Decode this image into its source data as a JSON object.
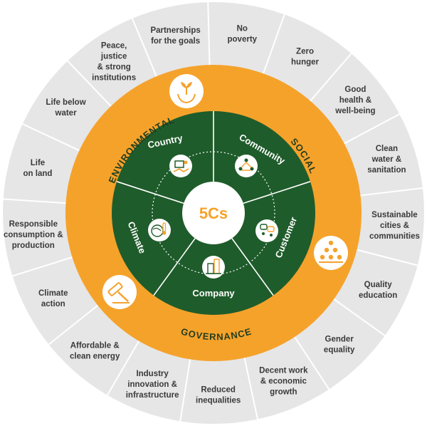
{
  "center": {
    "label": "5Cs"
  },
  "pillars": [
    {
      "key": "environmental",
      "label": "ENVIRONMENTAL"
    },
    {
      "key": "social",
      "label": "SOCIAL"
    },
    {
      "key": "governance",
      "label": "GOVERNANCE"
    }
  ],
  "five_cs": [
    {
      "key": "country",
      "label": "Country",
      "icon": "map-icon"
    },
    {
      "key": "community",
      "label": "Community",
      "icon": "people-network-icon"
    },
    {
      "key": "customer",
      "label": "Customer",
      "icon": "conversation-icon"
    },
    {
      "key": "company",
      "label": "Company",
      "icon": "building-icon"
    },
    {
      "key": "climate",
      "label": "Climate",
      "icon": "globe-thermometer-icon"
    }
  ],
  "sdgs": [
    {
      "lines": [
        "No",
        "poverty"
      ]
    },
    {
      "lines": [
        "Zero",
        "hunger"
      ]
    },
    {
      "lines": [
        "Good",
        "health &",
        "well-being"
      ]
    },
    {
      "lines": [
        "Clean",
        "water &",
        "sanitation"
      ]
    },
    {
      "lines": [
        "Sustainable",
        "cities &",
        "communities"
      ]
    },
    {
      "lines": [
        "Quality",
        "education"
      ]
    },
    {
      "lines": [
        "Gender",
        "equality"
      ]
    },
    {
      "lines": [
        "Decent work",
        "& economic",
        "growth"
      ]
    },
    {
      "lines": [
        "Reduced",
        "inequalities"
      ]
    },
    {
      "lines": [
        "Industry",
        "innovation &",
        "infrastructure"
      ]
    },
    {
      "lines": [
        "Affordable &",
        "clean energy"
      ]
    },
    {
      "lines": [
        "Climate",
        "action"
      ]
    },
    {
      "lines": [
        "Responsible",
        "consumption &",
        "production"
      ]
    },
    {
      "lines": [
        "Life",
        "on land"
      ]
    },
    {
      "lines": [
        "Life below",
        "water"
      ]
    },
    {
      "lines": [
        "Peace,",
        "justice",
        "& strong",
        "institutions"
      ]
    },
    {
      "lines": [
        "Partnerships",
        "for the goals"
      ]
    }
  ],
  "badges": [
    {
      "key": "environmental",
      "icon": "hands-plant-icon"
    },
    {
      "key": "social",
      "icon": "people-pyramid-icon"
    },
    {
      "key": "governance",
      "icon": "gavel-icon"
    }
  ],
  "colors": {
    "outer_ring": "#e6e6e6",
    "outer_dividers": "#ffffff",
    "orange_ring": "#f5a22b",
    "green_core": "#1f5c2b",
    "center_text": "#f5a22b",
    "curved_text": "#1f3d1f"
  }
}
